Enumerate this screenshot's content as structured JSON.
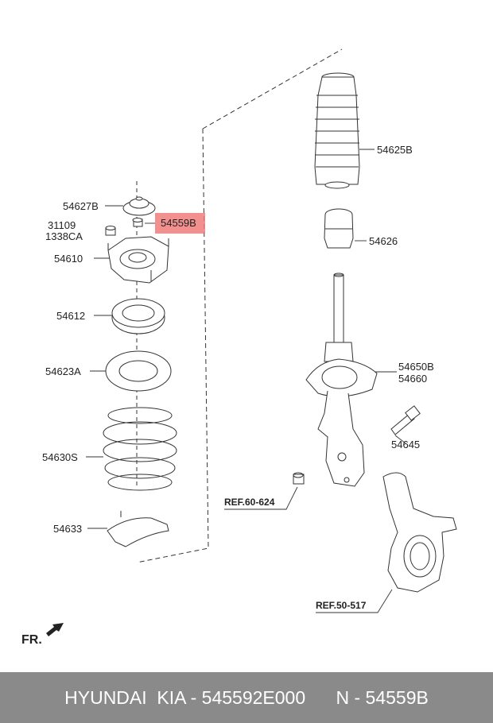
{
  "labels": {
    "p54627B": "54627B",
    "p54559B": "54559B",
    "p31109": "31109",
    "p1338CA": "1338CA",
    "p54610": "54610",
    "p54612": "54612",
    "p54623A": "54623A",
    "p54630S": "54630S",
    "p54633": "54633",
    "p54625B": "54625B",
    "p54626": "54626",
    "p54650B": "54650B",
    "p54660": "54660",
    "p54645": "54645",
    "ref60": "REF.60-624",
    "ref50": "REF.50-517",
    "fr": "FR."
  },
  "colors": {
    "highlight": "#f07b7b",
    "footer_bg": "#8a8a8a",
    "footer_text": "#ffffff"
  },
  "footer": {
    "brand": "HYUNDAI  KIA - 545592E000",
    "part": "N - 54559B"
  }
}
